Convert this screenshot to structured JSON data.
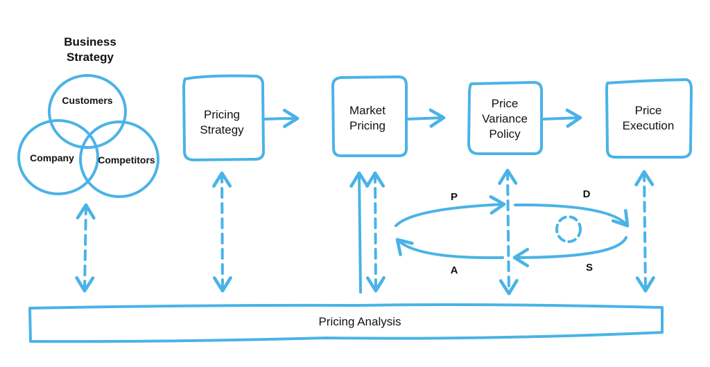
{
  "colors": {
    "stroke": "#4ab3e6",
    "text": "#111111"
  },
  "business_strategy": {
    "title": "Business\nStrategy",
    "circles": {
      "customers": "Customers",
      "company": "Company",
      "competitors": "Competitors"
    }
  },
  "stages": {
    "pricing_strategy": "Pricing\nStrategy",
    "market_pricing": "Market\nPricing",
    "price_variance_policy": "Price\nVariance\nPolicy",
    "price_execution": "Price\nExecution"
  },
  "cycle": {
    "p": "P",
    "d": "D",
    "s": "S",
    "a": "A"
  },
  "analysis": {
    "label": "Pricing Analysis"
  }
}
